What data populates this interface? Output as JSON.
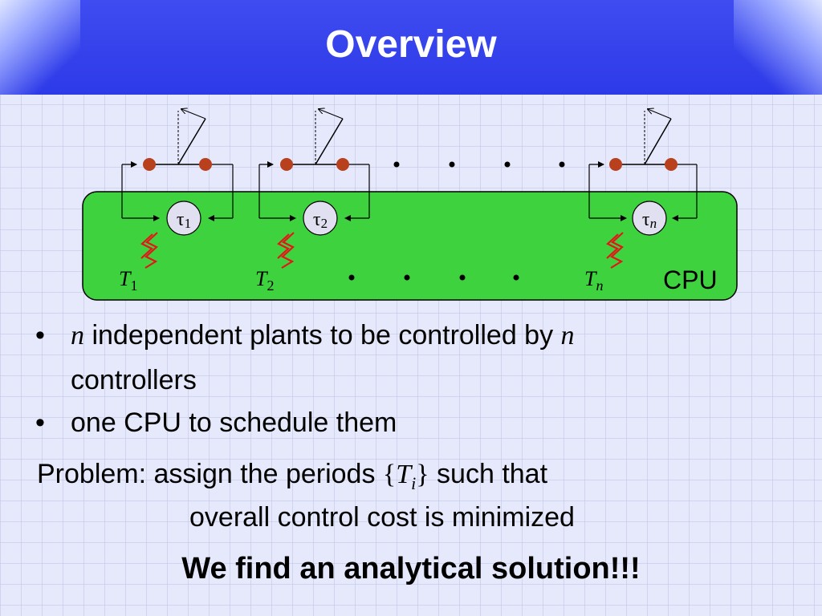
{
  "slide": {
    "title": "Overview"
  },
  "diagram": {
    "cpu_label": "CPU",
    "tasks": [
      {
        "symbol": "τ",
        "sub": "1",
        "period": "T",
        "period_sub": "1"
      },
      {
        "symbol": "τ",
        "sub": "2",
        "period": "T",
        "period_sub": "2"
      },
      {
        "symbol": "τ",
        "sub": "n",
        "period": "T",
        "period_sub": "n"
      }
    ],
    "colors": {
      "cpu_fill": "#3fd23f",
      "node_fill": "#e0e0f0",
      "plant_dot": "#b8401c",
      "spark": "#e01818"
    }
  },
  "bullets": [
    {
      "var1": "n",
      "text1": " independent plants to be controlled by ",
      "var2": "n",
      "text2": "controllers"
    },
    {
      "text": "one CPU to schedule them"
    }
  ],
  "problem": {
    "label": "Problem:",
    "text_a": " assign the periods ",
    "brace_open": "{",
    "var": "T",
    "var_sub": "i",
    "brace_close": "}",
    "text_b": " such that",
    "line2": "overall control cost is minimized"
  },
  "conclusion": "We find an analytical solution!!!"
}
